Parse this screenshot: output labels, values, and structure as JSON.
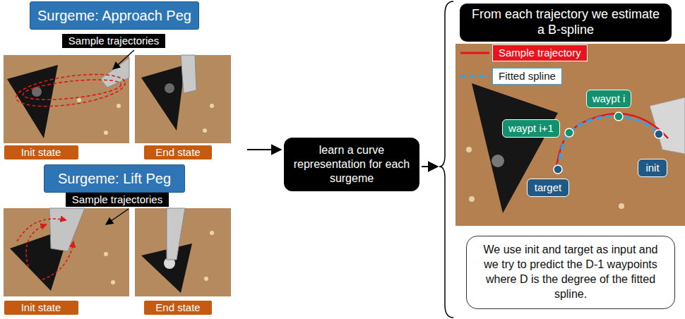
{
  "diagram": {
    "nodes": [
      {
        "text": [
          "Surgeme: Approach Peg"
        ]
      },
      {
        "text": [
          "Sample trajectories"
        ]
      },
      {
        "text": [
          "Init state"
        ]
      },
      {
        "text": [
          "End state"
        ]
      },
      {
        "text": [
          "Surgeme: Lift Peg"
        ]
      },
      {
        "text": [
          "Sample trajectories"
        ]
      },
      {
        "text": [
          "Init state"
        ]
      },
      {
        "text": [
          "End state"
        ]
      },
      {
        "text": [
          "learn a curve representation for each surgeme"
        ]
      },
      {
        "text": [
          "From each trajectory we estimate a B-spline"
        ]
      },
      {
        "text": [
          "waypt i"
        ]
      },
      {
        "text": [
          "waypt i+1"
        ]
      },
      {
        "text": [
          "init"
        ]
      },
      {
        "text": [
          "target"
        ]
      },
      {
        "text": [
          "We use init and target as input and we try to predict the D-1 waypoints where D is the degree of the fitted spline."
        ]
      }
    ],
    "legend": [
      {
        "text": "Sample trajectory"
      },
      {
        "text": "Fitted spline"
      }
    ]
  }
}
